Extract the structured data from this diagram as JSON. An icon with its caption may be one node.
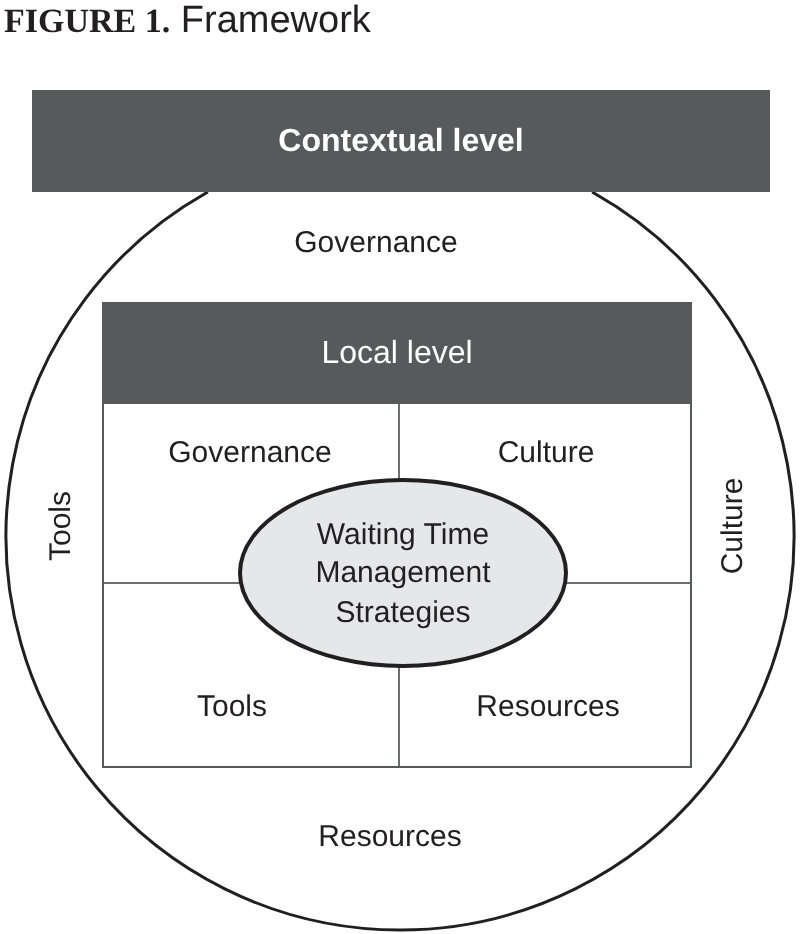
{
  "diagram": {
    "title": "**FIGURE 1.** Framework",
    "nodes": [
      {
        "text": [
          "Contextual level"
        ]
      },
      {
        "text": [
          "Governance",
          "Tools",
          "Culture",
          "Resources"
        ]
      },
      {
        "text": [
          "Local level",
          "Governance",
          "Culture",
          "Tools",
          "Resources"
        ],
        "in": 1
      },
      {
        "text": [
          "Waiting Time Management Strategies"
        ],
        "in": 2
      }
    ]
  }
}
